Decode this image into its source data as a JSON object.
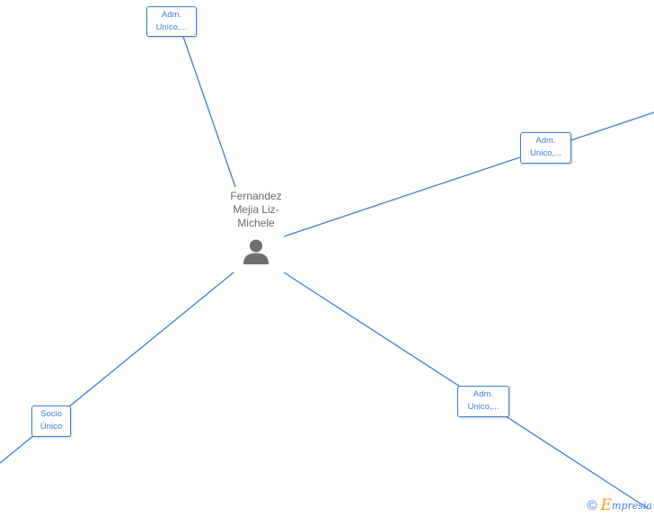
{
  "center": {
    "name": "Fernandez Mejia Liz-Michele",
    "icon": "person-icon"
  },
  "roles": [
    {
      "line1": "Adm.",
      "line2": "Unico,..."
    },
    {
      "line1": "Adm.",
      "line2": "Unico,..."
    },
    {
      "line1": "Adm.",
      "line2": "Unico,..."
    },
    {
      "line1": "Socio",
      "line2": "Único"
    }
  ],
  "watermark": {
    "symbol": "©",
    "brand_initial": "E",
    "brand_rest": "mpresia"
  },
  "colors": {
    "edge": "#3a7fd5",
    "text": "#6a6a6a",
    "brand_accent": "#f0a020"
  }
}
